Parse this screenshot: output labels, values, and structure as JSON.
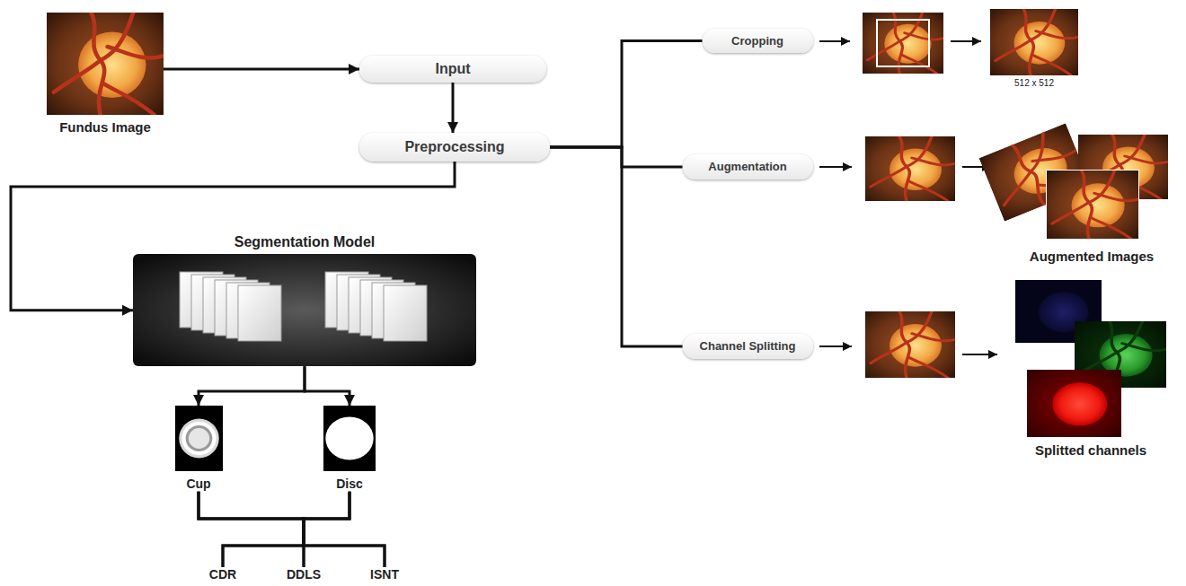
{
  "diagram": {
    "nodes": [
      {
        "text": [
          "Fundus Image"
        ]
      },
      {
        "text": [
          "Input"
        ]
      },
      {
        "text": [
          "Preprocessing"
        ]
      },
      {
        "text": [
          "Cropping"
        ]
      },
      {
        "text": [
          "Augmentation"
        ]
      },
      {
        "text": [
          "Channel Splitting"
        ]
      },
      {
        "text": [
          "Segmentation Model"
        ]
      },
      {
        "text": [
          "Cup"
        ]
      },
      {
        "text": [
          "Disc"
        ]
      },
      {
        "text": [
          "CDR"
        ]
      },
      {
        "text": [
          "DDLS"
        ]
      },
      {
        "text": [
          "ISNT"
        ]
      }
    ],
    "edges": [
      {
        "from": 0,
        "to": 1,
        "arrow": "to"
      },
      {
        "from": 1,
        "to": 2,
        "arrow": "to"
      },
      {
        "from": 2,
        "to": 3,
        "arrow": "none"
      },
      {
        "from": 2,
        "to": 4,
        "arrow": "none"
      },
      {
        "from": 2,
        "to": 5,
        "arrow": "none"
      },
      {
        "from": 2,
        "to": 6,
        "arrow": "to"
      },
      {
        "from": 6,
        "to": 7,
        "arrow": "to"
      },
      {
        "from": 6,
        "to": 8,
        "arrow": "to"
      },
      {
        "from": 7,
        "to": 9,
        "arrow": "none"
      },
      {
        "from": 7,
        "to": 10,
        "arrow": "none"
      },
      {
        "from": 7,
        "to": 11,
        "arrow": "none"
      },
      {
        "from": 8,
        "to": 9,
        "arrow": "none"
      },
      {
        "from": 8,
        "to": 10,
        "arrow": "none"
      },
      {
        "from": 8,
        "to": 11,
        "arrow": "none"
      }
    ],
    "labels": [
      "512 x 512",
      "Augmented Images",
      "Splitted channels"
    ]
  }
}
